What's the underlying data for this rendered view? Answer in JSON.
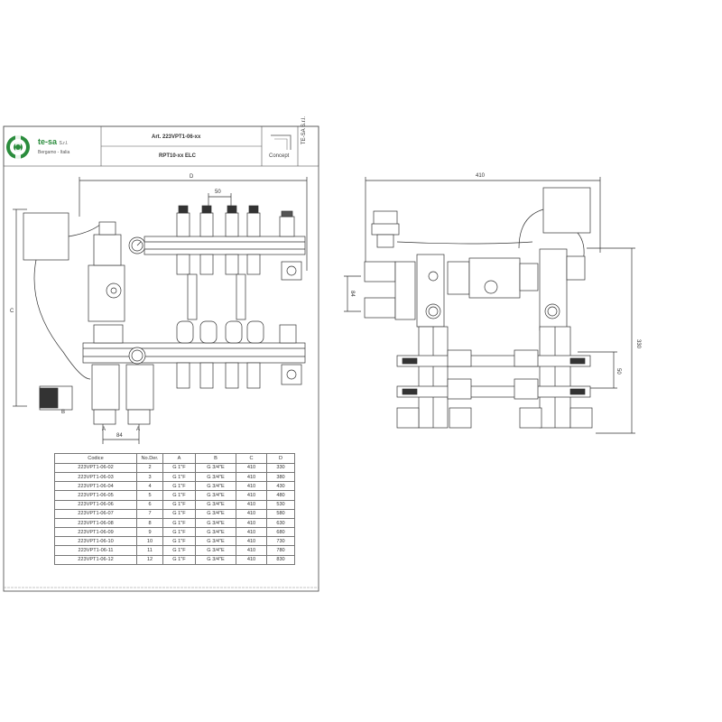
{
  "title_block": {
    "brand": "te-sa",
    "brand_suffix": "S.r.l.",
    "brand_tagline": "Bergamo - Italia",
    "article": "Art. 223VPT1-06-xx",
    "model": "RPT10-xx ELC",
    "concept_label": "Concept"
  },
  "left_dims": {
    "d": "D",
    "step": "50",
    "c": "C",
    "a1": "A",
    "a2": "A",
    "b": "B",
    "spacing": "84"
  },
  "right_dims": {
    "width": "410",
    "height": "330",
    "left_gap": "84",
    "right_gap": "50"
  },
  "table": {
    "headers": [
      "Codice",
      "No.Der.",
      "A",
      "B",
      "C",
      "D"
    ],
    "rows": [
      [
        "223VPT1-06-02",
        "2",
        "G 1\"F",
        "G 3/4\"E",
        "410",
        "330"
      ],
      [
        "223VPT1-06-03",
        "3",
        "G 1\"F",
        "G 3/4\"E",
        "410",
        "380"
      ],
      [
        "223VPT1-06-04",
        "4",
        "G 1\"F",
        "G 3/4\"E",
        "410",
        "430"
      ],
      [
        "223VPT1-06-05",
        "5",
        "G 1\"F",
        "G 3/4\"E",
        "410",
        "480"
      ],
      [
        "223VPT1-06-06",
        "6",
        "G 1\"F",
        "G 3/4\"E",
        "410",
        "530"
      ],
      [
        "223VPT1-06-07",
        "7",
        "G 1\"F",
        "G 3/4\"E",
        "410",
        "580"
      ],
      [
        "223VPT1-06-08",
        "8",
        "G 1\"F",
        "G 3/4\"E",
        "410",
        "630"
      ],
      [
        "223VPT1-06-09",
        "9",
        "G 1\"F",
        "G 3/4\"E",
        "410",
        "680"
      ],
      [
        "223VPT1-06-10",
        "10",
        "G 1\"F",
        "G 3/4\"E",
        "410",
        "730"
      ],
      [
        "223VPT1-06-11",
        "11",
        "G 1\"F",
        "G 3/4\"E",
        "410",
        "780"
      ],
      [
        "223VPT1-06-12",
        "12",
        "G 1\"F",
        "G 3/4\"E",
        "410",
        "830"
      ]
    ]
  },
  "colors": {
    "line": "#333333",
    "brand_green": "#2a8c3c"
  }
}
